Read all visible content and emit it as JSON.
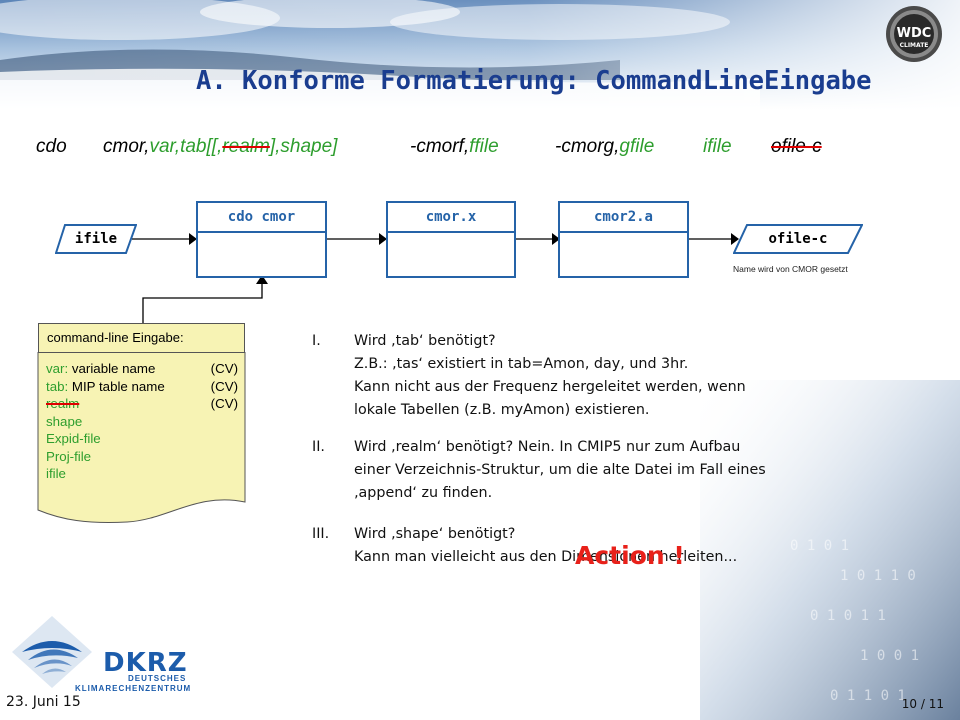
{
  "title": "A. Konforme Formatierung: CommandLineEingabe",
  "command": {
    "cdo": "cdo",
    "cmor": "cmor,",
    "var": "var,tab[[,",
    "realm": "realm",
    "shape": "],shape]",
    "cmorf": "-cmorf,",
    "ffile": "ffile",
    "cmorg": "-cmorg,",
    "gfile": "gfile",
    "ifile": "ifile",
    "ofile": "ofile-c"
  },
  "flow": {
    "input": "ifile",
    "steps": [
      "cdo  cmor",
      "cmor.x",
      "cmor2.a"
    ],
    "output": "ofile-c",
    "output_note": "Name wird von CMOR gesetzt"
  },
  "doc": {
    "header": "command-line Eingabe:",
    "var_key": "var:",
    "var_desc": "variable name",
    "var_cv": "(CV)",
    "tab_key": "tab:",
    "tab_desc": "MIP table name",
    "tab_cv": "(CV)",
    "realm": "realm",
    "realm_cv": "(CV)",
    "shape": "shape",
    "expid": "Expid-file",
    "proj": "Proj-file",
    "ifile": "ifile"
  },
  "list": [
    {
      "num": "I.",
      "lines": [
        "Wird ‚tab‘ benötigt?",
        "Z.B.: ‚tas‘ existiert in tab=Amon, day, und 3hr.",
        "Kann nicht aus der Frequenz hergeleitet werden, wenn",
        "lokale Tabellen (z.B. myAmon) existieren."
      ]
    },
    {
      "num": "II.",
      "lines": [
        "Wird ‚realm‘ benötigt?   Nein. In CMIP5 nur zum Aufbau",
        "einer Verzeichnis-Struktur, um die alte Datei im Fall eines",
        "‚append‘ zu finden."
      ]
    },
    {
      "num": "III.",
      "lines": [
        "Wird ‚shape‘ benötigt?",
        "Kann man vielleicht aus den Dimensionen herleiten..."
      ]
    }
  ],
  "action": "Action !",
  "footer": {
    "date": "23. Juni 15",
    "page": "10 / 11"
  },
  "logos": {
    "dkrz": "DKRZ",
    "dkrz_sub1": "DEUTSCHES",
    "dkrz_sub2": "KLIMARECHENZENTRUM",
    "wdc_1": "WDC",
    "wdc_2": "CLIMATE"
  },
  "colors": {
    "title": "#1a3d8f",
    "box": "#2563a8",
    "green": "#2e9e2e",
    "action": "#e8211a",
    "note_bg": "#f7f3b4"
  }
}
